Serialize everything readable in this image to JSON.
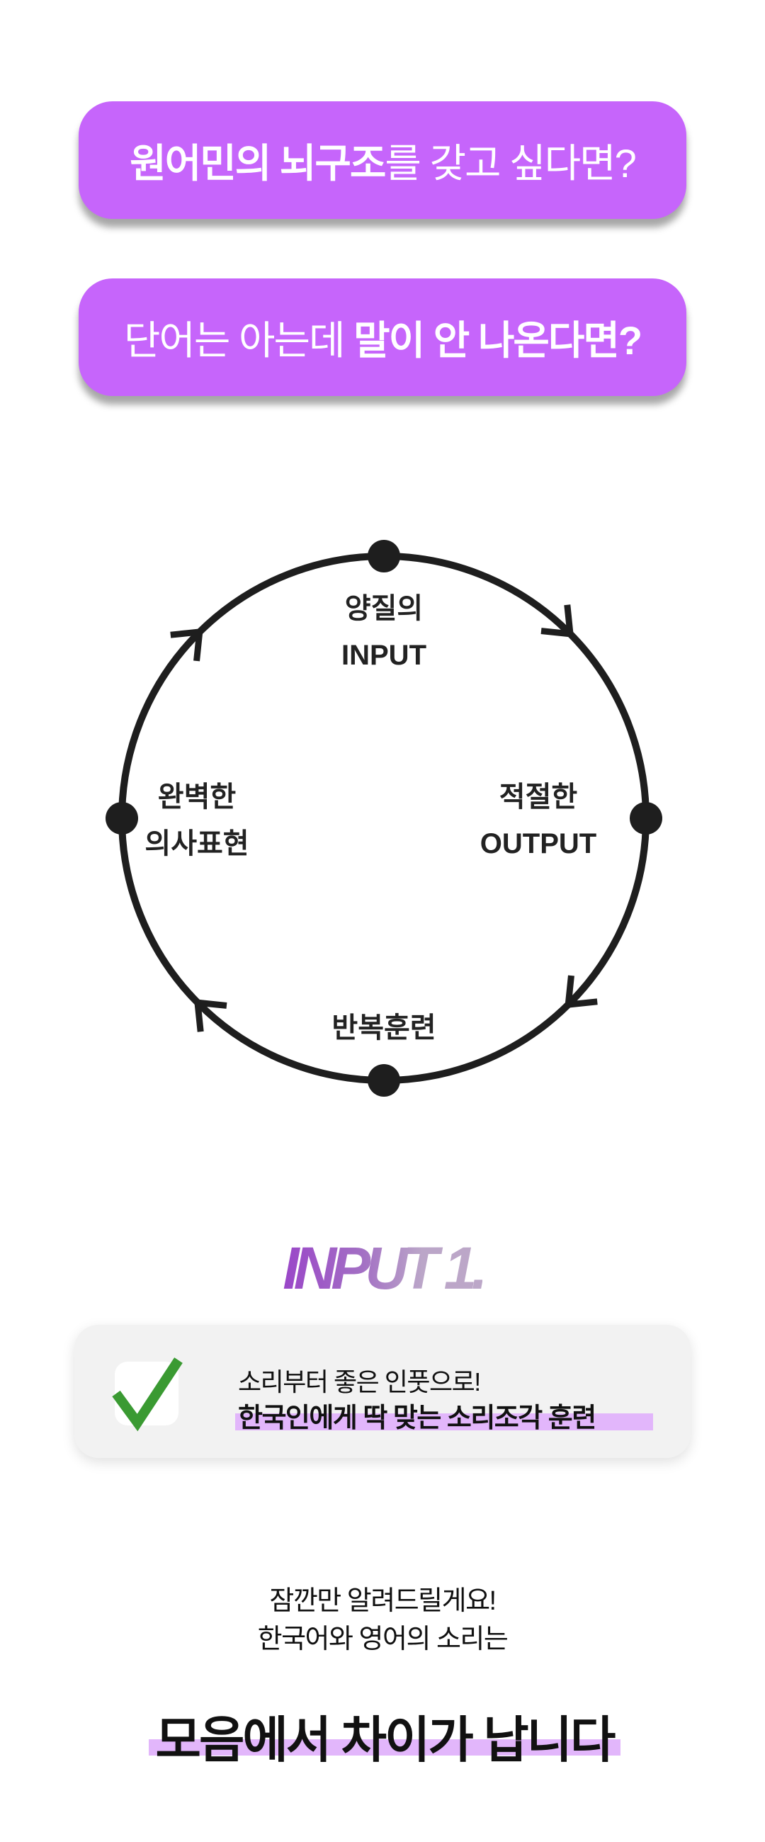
{
  "banner1": {
    "bold": "원어민의 뇌구조",
    "light": "를 갖고 싶다면?"
  },
  "banner2": {
    "light": "단어는 아는데 ",
    "bold": "말이 안 나온다면?"
  },
  "cycle": {
    "top": {
      "line1": "양질의",
      "line2": "INPUT"
    },
    "right": {
      "line1": "적절한",
      "line2": "OUTPUT"
    },
    "bottom": {
      "line1": "반복훈련"
    },
    "left": {
      "line1": "완벽한",
      "line2": "의사표현"
    },
    "direction": "clockwise",
    "color": "#1e1e1e"
  },
  "section_title": "INPUT 1.",
  "card": {
    "icon": "checkmark-icon",
    "line1": "소리부터 좋은 인풋으로!",
    "line2": "한국인에게 딱 맞는 소리조각 훈련",
    "check_color": "#3a9a32"
  },
  "notice": {
    "line1": "잠깐만 알려드릴게요!",
    "line2": "한국어와 영어의 소리는"
  },
  "headline": "모음에서 차이가 납니다",
  "colors": {
    "accent": "#c665fb",
    "highlight": "#e2b6fb",
    "card_bg": "#f2f2f2"
  }
}
